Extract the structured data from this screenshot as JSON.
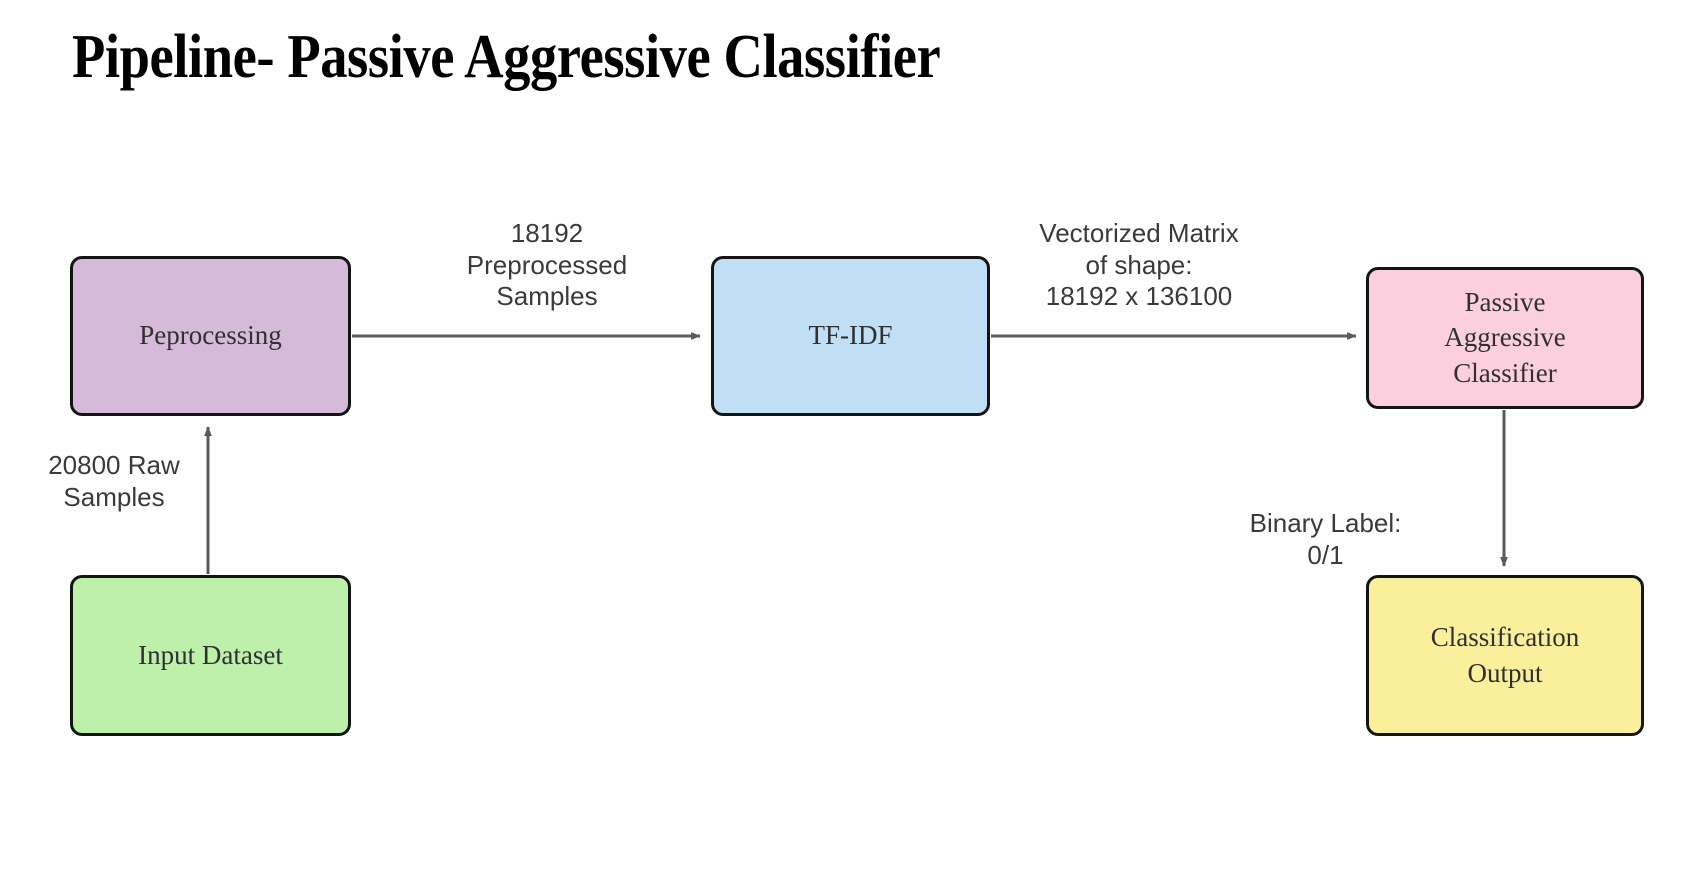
{
  "title": "Pipeline- Passive Aggressive Classifier",
  "diagram": {
    "type": "flowchart",
    "nodes": [
      {
        "id": "input-dataset",
        "label": "Input Dataset",
        "color": "#bcf0ab",
        "border_color": "#141414"
      },
      {
        "id": "preprocessing",
        "label": "Peprocessing",
        "color": "#d6bada",
        "border_color": "#141414"
      },
      {
        "id": "tfidf",
        "label": "TF-IDF",
        "color": "#c0dff4",
        "border_color": "#141414"
      },
      {
        "id": "classifier",
        "label": "Passive\nAggressive\nClassifier",
        "color": "#fbcfdd",
        "border_color": "#141414"
      },
      {
        "id": "classification-output",
        "label": "Classification\nOutput",
        "color": "#faf09b",
        "border_color": "#141414"
      }
    ],
    "edges": [
      {
        "id": "input-to-preprocessing",
        "from": "input-dataset",
        "to": "preprocessing",
        "label": "20800 Raw\nSamples",
        "direction": "up"
      },
      {
        "id": "preprocessing-to-tfidf",
        "from": "preprocessing",
        "to": "tfidf",
        "label": "18192\nPreprocessed\nSamples",
        "direction": "right"
      },
      {
        "id": "tfidf-to-classifier",
        "from": "tfidf",
        "to": "classifier",
        "label": "Vectorized Matrix\nof shape:\n18192 x 136100",
        "direction": "right"
      },
      {
        "id": "classifier-to-output",
        "from": "classifier",
        "to": "classification-output",
        "label": "Binary Label:\n0/1",
        "direction": "down"
      }
    ],
    "edge_color": "#5a5a5a",
    "background": "#ffffff"
  }
}
